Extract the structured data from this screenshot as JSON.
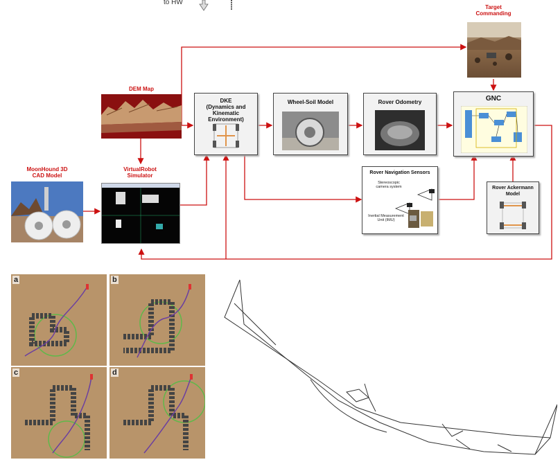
{
  "top_fragment": {
    "text": "to HW"
  },
  "blocks": {
    "target_commanding": "Target\nCommanding",
    "dem_map": "DEM Map",
    "dke": "DKE\n(Dynamics and Kinematic\nEnvironment)",
    "wheel_soil": "Wheel-Soil Model",
    "rover_odometry": "Rover Odometry",
    "gnc": "GNC",
    "moonhound": "MoonHound 3D\nCAD Model",
    "virtualrobot": "VirtualRobot\nSimulator",
    "nav_sensors": "Rover Navigation Sensors",
    "stereo": "Stereoscopic\ncamera system",
    "imu": "Inertial Measurement\nUnit (IMU)",
    "ackermann": "Rover Ackermann\nModel"
  },
  "panels": [
    "a",
    "b",
    "c",
    "d"
  ],
  "colors": {
    "arrow": "#cc1111",
    "label_red": "#cc1111",
    "terrain": "#b8946a",
    "dem": "#8a1010",
    "path_purple": "#6b3fa0",
    "circle_green": "#5fb84a"
  },
  "icons": [
    "down-arrow-icon",
    "cable-icon"
  ]
}
